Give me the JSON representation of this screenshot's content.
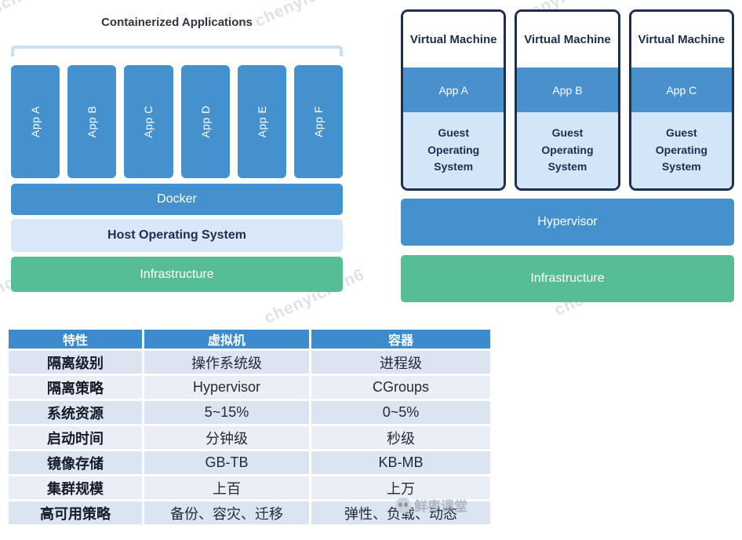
{
  "left_diagram": {
    "title": "Containerized Applications",
    "apps": [
      "App A",
      "App B",
      "App C",
      "App D",
      "App E",
      "App F"
    ],
    "layers": [
      {
        "label": "Docker"
      },
      {
        "label": "Host Operating System"
      },
      {
        "label": "Infrastructure"
      }
    ]
  },
  "right_diagram": {
    "vms": [
      {
        "title": "Virtual Machine",
        "app": "App A",
        "os": "Guest Operating System"
      },
      {
        "title": "Virtual Machine",
        "app": "App B",
        "os": "Guest Operating System"
      },
      {
        "title": "Virtual Machine",
        "app": "App C",
        "os": "Guest Operating System"
      }
    ],
    "layers": [
      {
        "label": "Hypervisor"
      },
      {
        "label": "Infrastructure"
      }
    ]
  },
  "table": {
    "headers": [
      "特性",
      "虚拟机",
      "容器"
    ],
    "rows": [
      {
        "feature": "隔离级别",
        "vm": "操作系统级",
        "container": "进程级"
      },
      {
        "feature": "隔离策略",
        "vm": "Hypervisor",
        "container": "CGroups"
      },
      {
        "feature": "系统资源",
        "vm": "5~15%",
        "container": "0~5%"
      },
      {
        "feature": "启动时间",
        "vm": "分钟级",
        "container": "秒级"
      },
      {
        "feature": "镜像存储",
        "vm": "GB-TB",
        "container": "KB-MB"
      },
      {
        "feature": "集群规模",
        "vm": "上百",
        "container": "上万"
      },
      {
        "feature": "高可用策略",
        "vm": "备份、容灾、迁移",
        "container": "弹性、负载、动态"
      }
    ]
  },
  "watermarks": {
    "text": "chenyichen6",
    "brand": "鲜枣课堂"
  },
  "colors": {
    "blue": "#4591cd",
    "vm_app_blue": "#4a90cc",
    "light_blue": "#d9e8f8",
    "guest_blue": "#d3e6f8",
    "green": "#56bd94",
    "navy_border": "#1f2d4e",
    "table_header_blue": "#3d8bcc",
    "row_band_dark": "#dce4f1",
    "row_band_light": "#eaeef6",
    "bracket": "#cbdff2"
  }
}
